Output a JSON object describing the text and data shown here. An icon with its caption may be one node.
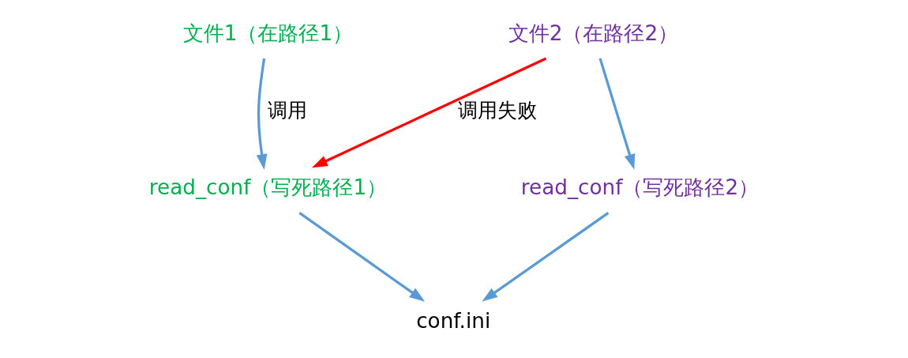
{
  "diagram": {
    "nodes": [
      {
        "text": [
          "文件1（在路径1）"
        ]
      },
      {
        "text": [
          "文件2（在路径2）"
        ]
      },
      {
        "text": [
          "read_conf（写死路径1）"
        ]
      },
      {
        "text": [
          "read_conf（写死路径2）"
        ]
      },
      {
        "text": [
          "conf.ini"
        ]
      }
    ],
    "edges": [
      {
        "from": 0,
        "to": 2,
        "arrow": "to",
        "label": "调用"
      },
      {
        "from": 1,
        "to": 2,
        "arrow": "to",
        "label": "调用失败",
        "color": "#ff0000"
      },
      {
        "from": 1,
        "to": 3,
        "arrow": "to"
      },
      {
        "from": 2,
        "to": 4,
        "arrow": "to"
      },
      {
        "from": 3,
        "to": 4,
        "arrow": "to"
      }
    ]
  }
}
